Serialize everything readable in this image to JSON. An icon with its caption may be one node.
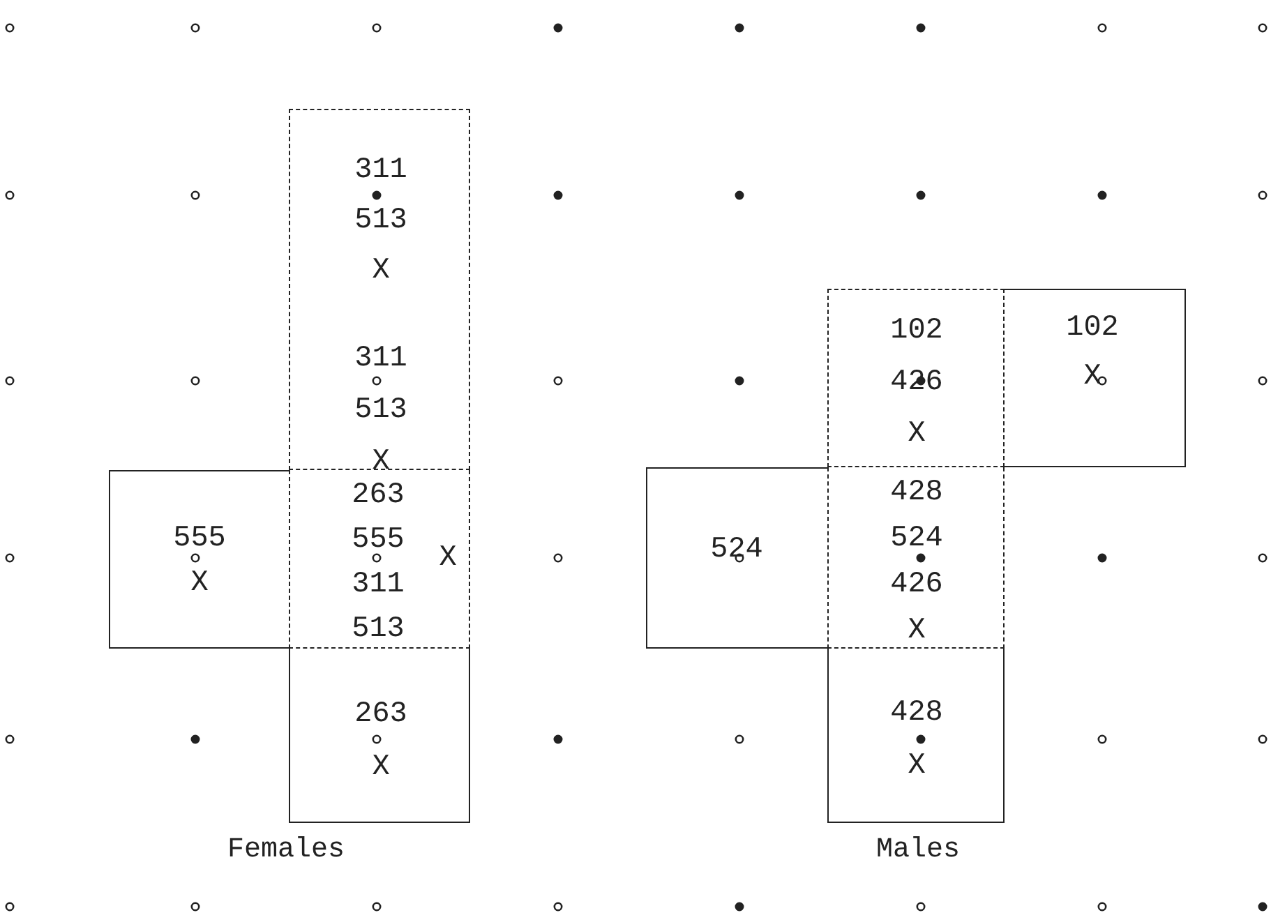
{
  "diagram": {
    "nodes": [
      {
        "text": [
          "311 513 X",
          "311 513 X"
        ]
      },
      {
        "text": [
          "555 X"
        ]
      },
      {
        "text": [
          "263 555 311 513",
          "X"
        ]
      },
      {
        "text": [
          "263 X"
        ]
      },
      {
        "text": [
          "102 426 X"
        ]
      },
      {
        "text": [
          "102 X"
        ]
      },
      {
        "text": [
          "524"
        ]
      },
      {
        "text": [
          "428 524 426 X"
        ]
      },
      {
        "text": [
          "428 X"
        ]
      }
    ],
    "labels": [
      "Females",
      "Males"
    ]
  }
}
